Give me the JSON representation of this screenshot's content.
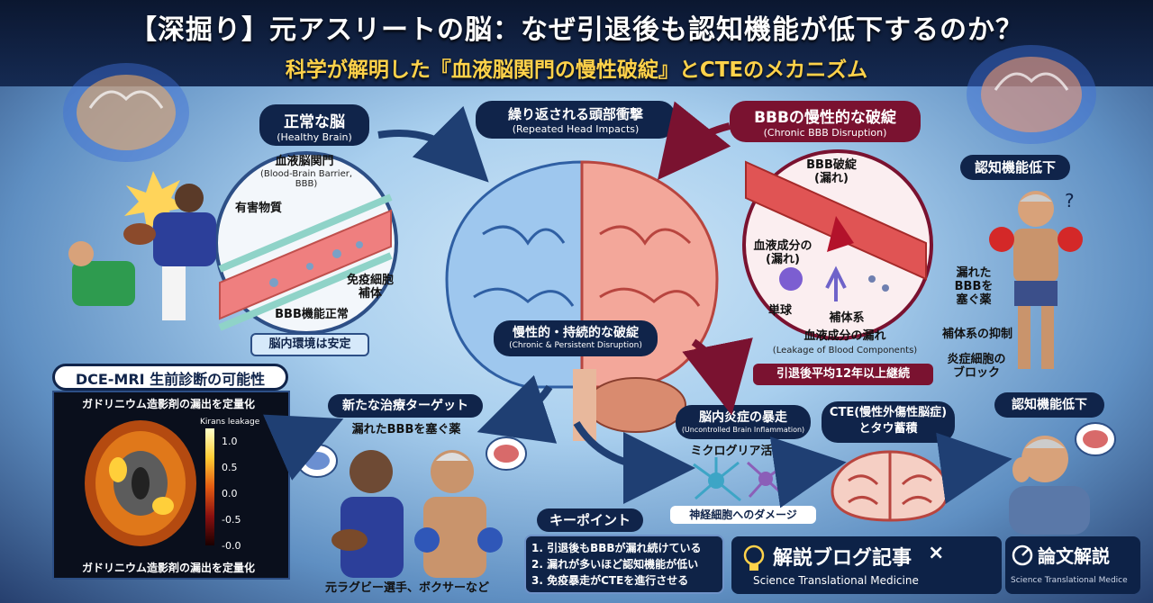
{
  "header": {
    "title": "【深掘り】元アスリートの脳：なぜ引退後も認知機能が低下するのか？",
    "subtitle": "科学が解明した『血液脳関門の慢性破綻』とCTEのメカニズム"
  },
  "healthy": {
    "title": "正常な脳",
    "title_en": "(Healthy Brain)",
    "bbb_label": "血液脳関門",
    "bbb_label_en": "(Blood-Brain Barrier, BBB)",
    "harmful": "有害物質",
    "immune": "免疫細胞\n補体",
    "normal": "BBB機能正常",
    "stable": "脳内環境は安定"
  },
  "impacts": {
    "title": "繰り返される頭部衝撃",
    "title_en": "(Repeated Head Impacts)"
  },
  "chronic_bbb": {
    "title": "BBBの慢性的な破綻",
    "title_en": "(Chronic BBB Disruption)",
    "rupture": "BBB破綻\n(漏れ)",
    "leak_components": "血液成分の\n(漏れ)",
    "monocyte": "単球",
    "complement": "補体系",
    "leakage": "血液成分の漏れ",
    "leakage_en": "(Leakage of Blood Components)",
    "duration": "引退後平均12年以上継続"
  },
  "persistent": {
    "title": "慢性的・持続的な破綻",
    "title_en": "(Chronic & Persistent Disruption)"
  },
  "cognitive_top": {
    "title": "認知機能低下",
    "drug": "漏れた\nBBBを\n塞ぐ薬",
    "complement_suppress": "補体系の抑制",
    "inflammation_block": "炎症細胞の\nブロック"
  },
  "mri": {
    "title": "DCE-MRI 生前診断の可能性",
    "caption_top": "ガドリニウム造影剤の漏出を定量化",
    "caption_bottom": "ガドリニウム造影剤の漏出を定量化",
    "colorbar_label": "Kirans leakage",
    "ticks": [
      "1.0",
      "0.5",
      "0.0",
      "-0.5",
      "-0.0"
    ]
  },
  "target": {
    "title": "新たな治療ターゲット",
    "drug": "漏れたBBBを塞ぐ薬",
    "athletes": "元ラグビー選手、ボクサーなど"
  },
  "inflammation": {
    "title": "脳内炎症の暴走",
    "title_en": "(Uncontrolled Brain Inflammation)",
    "microglia": "ミクログリア活性化",
    "neuron": "神経細胞へのダメージ"
  },
  "cte": {
    "title": "CTE(慢性外傷性脳症)\nとタウ蓄積"
  },
  "cognitive_bottom": {
    "title": "認知機能低下"
  },
  "keypoints": {
    "title": "キーポイント",
    "items": [
      "1. 引退後もBBBが漏れ続けている",
      "2. 漏れが多いほど認知機能が低い",
      "3. 免疫暴走がCTEを進行させる"
    ]
  },
  "footer": {
    "blog": "解説ブログ記事",
    "times": "×",
    "blog_sub": "Science Translational Medicine",
    "paper": "論文解説",
    "paper_sub": "Science Translational Medice"
  },
  "colors": {
    "navy": "#10244a",
    "accent_yellow": "#ffd24a",
    "bbb_red": "#7a1230",
    "vessel": "#e96a6a"
  }
}
